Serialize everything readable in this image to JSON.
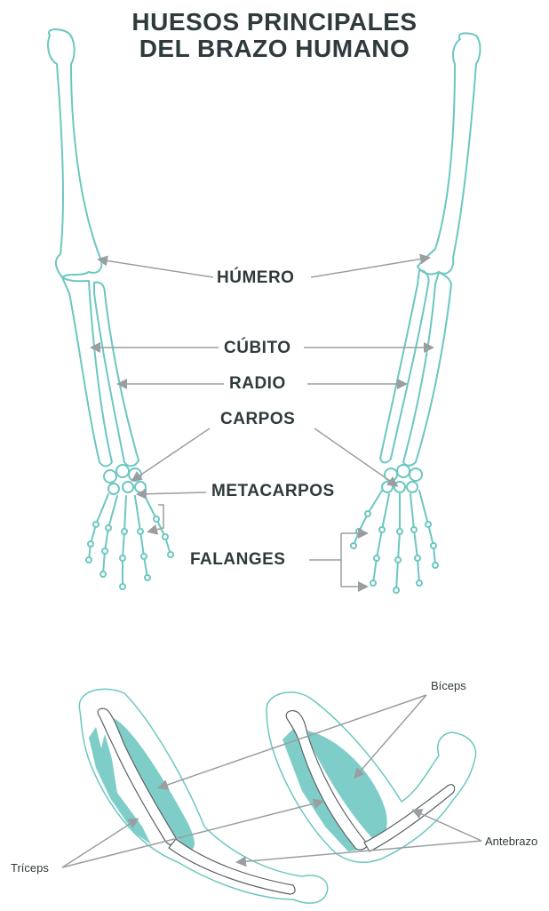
{
  "title": {
    "line1": "HUESOS PRINCIPALES",
    "line2": "DEL BRAZO HUMANO"
  },
  "bone_labels": {
    "humero": "HÚMERO",
    "cubito": "CÚBITO",
    "radio": "RADIO",
    "carpos": "CARPOS",
    "metacarpos": "METACARPOS",
    "falanges": "FALANGES"
  },
  "muscle_labels": {
    "biceps": "Bíceps",
    "triceps": "Tríceps",
    "antebrazo": "Antebrazo"
  },
  "colors": {
    "bone": "#6cc7c1",
    "muscle": "#7ecdc8",
    "arrow": "#9a9ea1",
    "text": "#2f3a3c"
  }
}
